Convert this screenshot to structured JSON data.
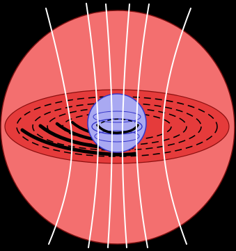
{
  "figure": {
    "description_visible_text": "",
    "colors": {
      "background": "#000000",
      "outer_sphere_fill": "#f36f6f",
      "outer_sphere_stroke": "#7a1010",
      "disk_fill": "#e53b3b",
      "disk_stroke": "#8a0f0f",
      "inner_sphere_fill": "#a9a9f2",
      "inner_sphere_stroke": "#3535c8",
      "field_lines": "#ffffff",
      "orbit_lines": "#000000"
    },
    "elements": {
      "outer_sphere": "outer-sphere",
      "equatorial_disk": "equatorial-disk",
      "inner_sphere": "inner-sphere",
      "field_lines": "field-lines",
      "orbit_dashes": "orbit-dashes",
      "orbit_solid": "orbit-solid"
    }
  }
}
